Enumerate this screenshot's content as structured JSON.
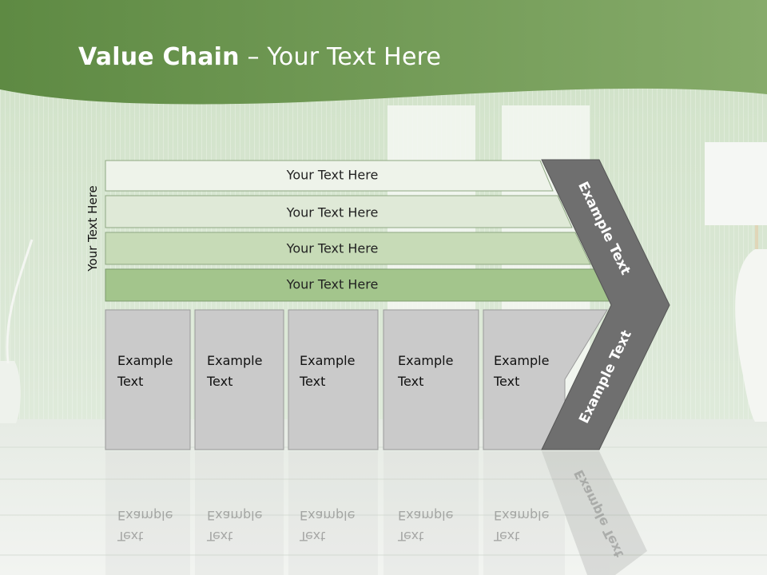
{
  "slide": {
    "title_bold": "Value Chain",
    "title_rest": " – Your Text Here",
    "side_label": "Your Text Here"
  },
  "bars": [
    {
      "label": "Your Text Here",
      "fill": "#eef3ea"
    },
    {
      "label": "Your Text Here",
      "fill": "#dfe9d7"
    },
    {
      "label": "Your Text Here",
      "fill": "#c7dbb7"
    },
    {
      "label": "Your Text Here",
      "fill": "#a3c58c"
    }
  ],
  "boxes": [
    {
      "line1": "Example",
      "line2": "Text"
    },
    {
      "line1": "Example",
      "line2": "Text"
    },
    {
      "line1": "Example",
      "line2": "Text"
    },
    {
      "line1": "Example",
      "line2": "Text"
    },
    {
      "line1": "Example",
      "line2": "Text"
    }
  ],
  "chevron": {
    "top_label": "Example Text",
    "bottom_label": "Example Text",
    "fill": "#6f6f6f"
  },
  "colors": {
    "header_green": "#6f9a52",
    "box_gray": "#cacaca"
  }
}
